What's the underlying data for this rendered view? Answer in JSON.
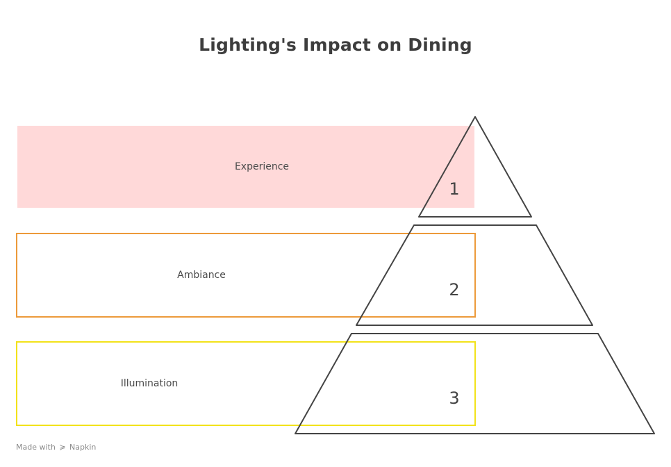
{
  "title": "Lighting's Impact on Dining",
  "levels": [
    {
      "number": "1",
      "label": "Experience",
      "color": "#ffd9d9"
    },
    {
      "number": "2",
      "label": "Ambiance",
      "color": "#ec9a3a"
    },
    {
      "number": "3",
      "label": "Illumination",
      "color": "#f2e21a"
    }
  ],
  "footer": {
    "made_with": "Made with",
    "brand": "Napkin"
  }
}
